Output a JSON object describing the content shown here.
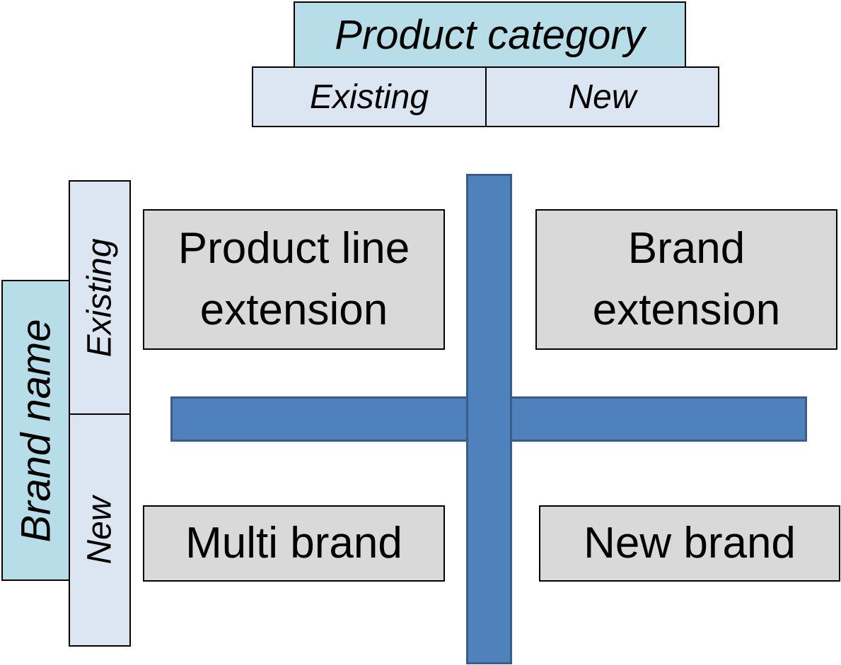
{
  "column_header": {
    "title": "Product category",
    "existing": "Existing",
    "new": "New"
  },
  "row_header": {
    "title": "Brand name",
    "existing": "Existing",
    "new": "New"
  },
  "quadrants": {
    "existing_existing": {
      "line1": "Product line",
      "line2": "extension"
    },
    "existing_new": {
      "line1": "Brand",
      "line2": "extension"
    },
    "new_existing": {
      "line1": "Multi brand"
    },
    "new_new": {
      "line1": "New brand"
    }
  },
  "colors": {
    "header_main": "#b7dde8",
    "header_sub": "#dce6f2",
    "quadrant_fill": "#d9d9d9",
    "cross_fill": "#4f81bd",
    "cross_border": "#385d8a"
  }
}
